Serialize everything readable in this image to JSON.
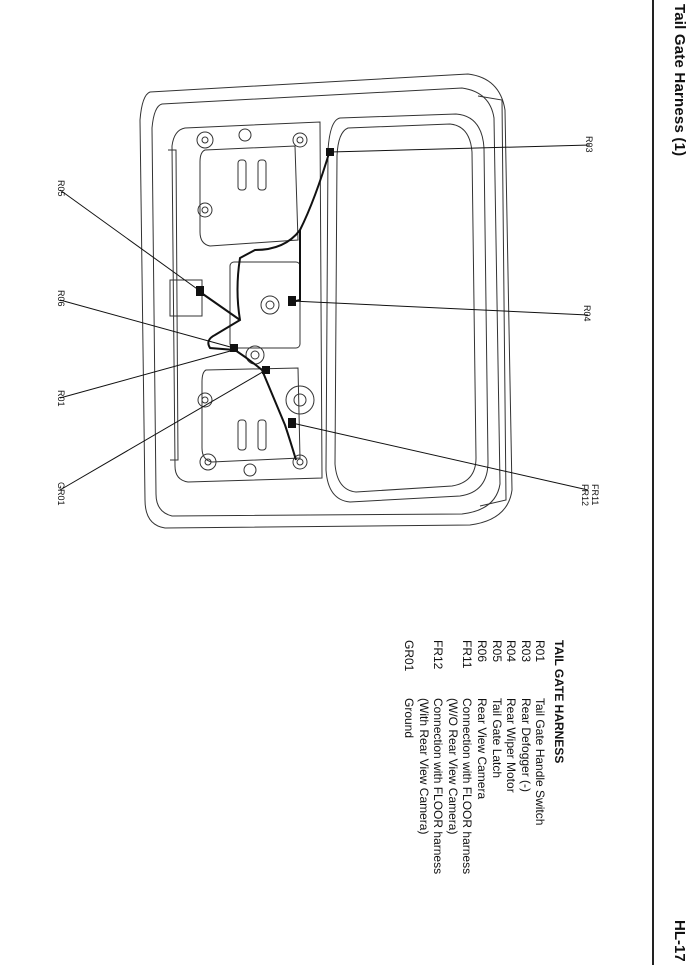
{
  "header": {
    "title": "Tail Gate Harness (1)",
    "page_number": "HL-17"
  },
  "callouts": {
    "r03": "R03",
    "r04": "R04",
    "fr11": "FR11",
    "fr12": "FR12",
    "r05": "R05",
    "r06": "R06",
    "r01": "R01",
    "gr01": "GR01"
  },
  "legend": {
    "title": "TAIL GATE HARNESS",
    "items": [
      {
        "code": "R01",
        "desc": "Tail Gate Handle Switch"
      },
      {
        "code": "R03",
        "desc": "Rear Defogger (-)"
      },
      {
        "code": "R04",
        "desc": "Rear Wiper Motor"
      },
      {
        "code": "R05",
        "desc": "Tail Gate Latch"
      },
      {
        "code": "R06",
        "desc": "Rear View Camera"
      },
      {
        "code": "FR11",
        "desc": "Connection with FLOOR harness"
      },
      {
        "code": "",
        "desc": "(W/O Rear View Camera)"
      },
      {
        "code": "FR12",
        "desc": "Connection with FLOOR harness"
      },
      {
        "code": "",
        "desc": "(With Rear View Camera)"
      },
      {
        "code": "GR01",
        "desc": "Ground"
      }
    ]
  }
}
